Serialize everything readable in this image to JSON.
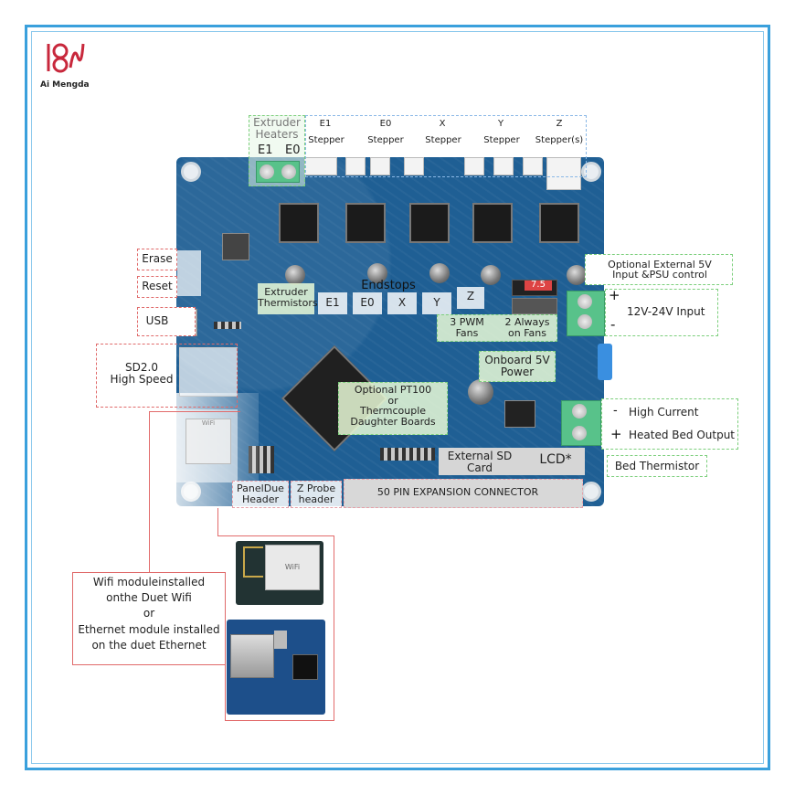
{
  "logo": {
    "mark": "Ai Mengda logo",
    "text": "Ai Mengda",
    "color": "#c8283c"
  },
  "colors": {
    "frame": "#3aa0dc",
    "board": "#1f5f94",
    "red_callout": "#e06a6a",
    "green_callout": "#7ccf7c",
    "blue_callout": "#8ab8e6"
  },
  "top": {
    "extruder_heaters": {
      "line1": "Extruder",
      "line2": "Heaters",
      "e1": "E1",
      "e0": "E0"
    },
    "steppers": [
      {
        "axis": "E1",
        "label": "Stepper"
      },
      {
        "axis": "E0",
        "label": "Stepper"
      },
      {
        "axis": "X",
        "label": "Stepper"
      },
      {
        "axis": "Y",
        "label": "Stepper"
      },
      {
        "axis": "Z",
        "label": "Stepper(s)"
      }
    ]
  },
  "left": {
    "erase": "Erase",
    "reset": "Reset",
    "usb": "USB",
    "sd": {
      "line1": "SD2.0",
      "line2": "High Speed"
    }
  },
  "middle": {
    "extruder_thermistors": {
      "line1": "Extruder",
      "line2": "Thermistors"
    },
    "endstops": {
      "title": "Endstops",
      "items": [
        "E1",
        "E0",
        "X",
        "Y",
        "Z"
      ]
    },
    "pwm_fans": {
      "line1": "3 PWM",
      "line2": "Fans"
    },
    "always_fans": {
      "line1": "2 Always",
      "line2": "on Fans"
    },
    "onboard_power": {
      "line1": "Onboard 5V",
      "line2": "Power"
    },
    "daughter": {
      "line1": "Optional  PT100",
      "line2": "or",
      "line3": "Thermcouple",
      "line4": "Daughter Boards"
    },
    "external_sd": {
      "line1": "External SD",
      "line2": "Card"
    },
    "lcd": "LCD*",
    "paneldue": {
      "line1": "PanelDue",
      "line2": "Header"
    },
    "zprobe": {
      "line1": "Z Probe",
      "line2": "header"
    },
    "expansion": "50 PIN EXPANSION CONNECTOR"
  },
  "right": {
    "ext5v": {
      "line1": "Optional External 5V",
      "line2": "Input &PSU control"
    },
    "input": {
      "plus": "+",
      "minus": "-",
      "label": "12V-24V Input"
    },
    "heated_bed": {
      "minus": "-",
      "plus": "+",
      "line1": "High Current",
      "line2": "Heated Bed Output"
    },
    "bed_thermistor": "Bed Thermistor"
  },
  "wifi": {
    "line1": "Wifi moduleinstalled",
    "line2": "onthe Duet Wifi",
    "line3": "or",
    "line4": "Ethernet module  installed",
    "line5": "on the  duet Ethernet",
    "chip_label": "WiFi"
  },
  "board_silk": {
    "fuse": "7.5"
  }
}
